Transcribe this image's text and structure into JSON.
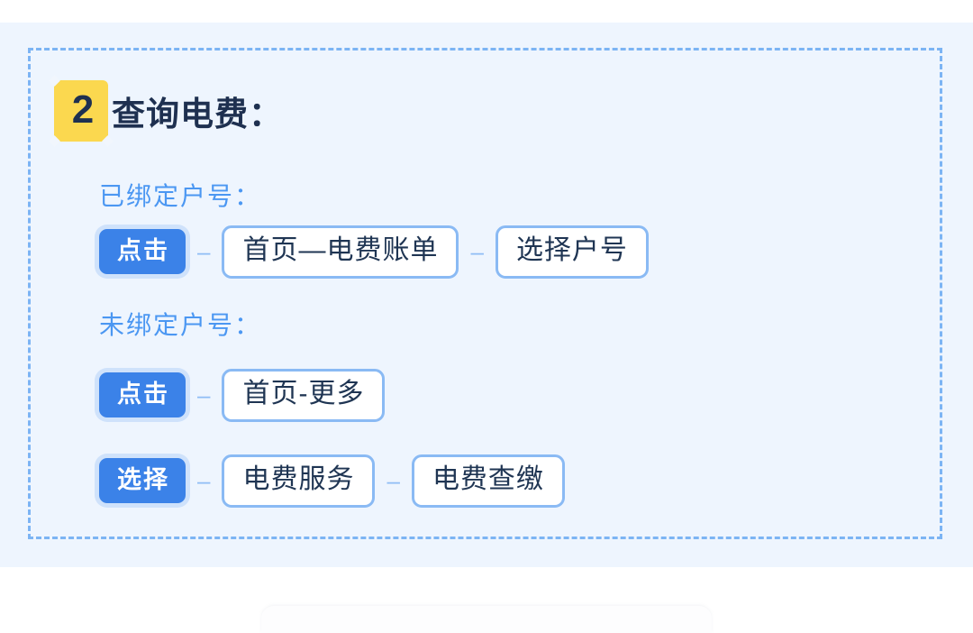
{
  "colors": {
    "panel_bg": "#eef5fe",
    "dashed_border": "#7cb4f4",
    "badge_yellow": "#fbd84f",
    "title_navy": "#1e3050",
    "label_blue": "#4b97f2",
    "chip_blue": "#3b82e8",
    "chip_ring": "#cfe2fb",
    "path_border": "#8abaf4",
    "path_text": "#1f3553",
    "connector": "#8fbdf5"
  },
  "step": {
    "badge_icon": "sticky-note-badge",
    "number": "2",
    "title": "查询电费："
  },
  "sections": [
    {
      "label": "已绑定户号：",
      "rows": [
        {
          "action": "点击",
          "connector": "–",
          "steps": [
            "首页—电费账单",
            "选择户号"
          ]
        }
      ]
    },
    {
      "label": "未绑定户号：",
      "rows": [
        {
          "action": "点击",
          "connector": "–",
          "steps": [
            "首页-更多"
          ]
        },
        {
          "action": "选择",
          "connector": "–",
          "steps": [
            "电费服务",
            "电费查缴"
          ]
        }
      ]
    }
  ]
}
